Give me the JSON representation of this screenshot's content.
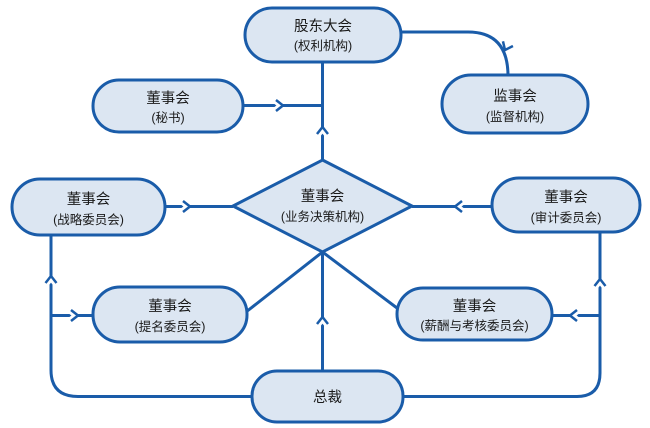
{
  "diagram": {
    "type": "org-chart",
    "background": "#ffffff",
    "colors": {
      "node_border": "#1a5ca9",
      "node_fill": "#dce6f2",
      "text": "#1a1a1a"
    },
    "nodes": {
      "shareholders": {
        "title": "股东大会",
        "subtitle": "(权利机构)",
        "shape": "stadium"
      },
      "secretary": {
        "title": "董事会",
        "subtitle": "(秘书)",
        "shape": "stadium"
      },
      "supervisory": {
        "title": "监事会",
        "subtitle": "(监督机构)",
        "shape": "stadium"
      },
      "board": {
        "title": "董事会",
        "subtitle": "(业务决策机构)",
        "shape": "diamond"
      },
      "strategy": {
        "title": "董事会",
        "subtitle": "(战略委员会)",
        "shape": "stadium"
      },
      "audit": {
        "title": "董事会",
        "subtitle": "(审计委员会)",
        "shape": "stadium"
      },
      "nomination": {
        "title": "董事会",
        "subtitle": "(提名委员会)",
        "shape": "stadium"
      },
      "remuneration": {
        "title": "董事会",
        "subtitle": "(薪酬与考核委员会)",
        "shape": "stadium"
      },
      "president": {
        "title": "总裁",
        "subtitle": "",
        "shape": "stadium"
      }
    },
    "edges": [
      "board -> shareholders (arrow up)",
      "secretary -> board/shareholders line (arrow right)",
      "shareholders -> supervisory (curved, arrow down)",
      "strategy -> board (arrow right)",
      "audit -> board (arrow left)",
      "board - nomination (diagonal)",
      "board - remuneration (diagonal)",
      "president -> board (arrow up)",
      "president -> strategy (left loop, arrow up)",
      "president -> nomination (left branch, arrow right)",
      "president -> audit (right loop, arrow up)",
      "president -> remuneration (right branch, arrow left)"
    ]
  }
}
